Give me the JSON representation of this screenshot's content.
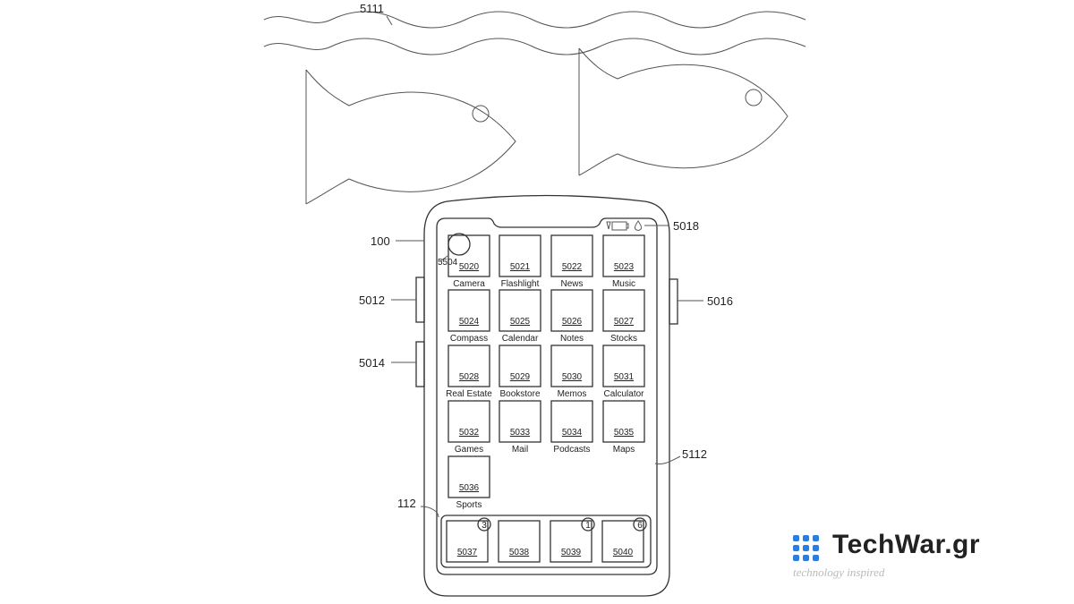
{
  "refs": {
    "water": "5111",
    "device": "100",
    "status": "5018",
    "crown": "5504",
    "button_upper": "5012",
    "button_lower": "5014",
    "button_right": "5016",
    "screen": "5112",
    "dock": "112"
  },
  "apps": [
    {
      "num": "5020",
      "label": "Camera"
    },
    {
      "num": "5021",
      "label": "Flashlight"
    },
    {
      "num": "5022",
      "label": "News"
    },
    {
      "num": "5023",
      "label": "Music"
    },
    {
      "num": "5024",
      "label": "Compass"
    },
    {
      "num": "5025",
      "label": "Calendar"
    },
    {
      "num": "5026",
      "label": "Notes"
    },
    {
      "num": "5027",
      "label": "Stocks"
    },
    {
      "num": "5028",
      "label": "Real Estate"
    },
    {
      "num": "5029",
      "label": "Bookstore"
    },
    {
      "num": "5030",
      "label": "Memos"
    },
    {
      "num": "5031",
      "label": "Calculator"
    },
    {
      "num": "5032",
      "label": "Games"
    },
    {
      "num": "5033",
      "label": "Mail"
    },
    {
      "num": "5034",
      "label": "Podcasts"
    },
    {
      "num": "5035",
      "label": "Maps"
    },
    {
      "num": "5036",
      "label": "Sports"
    }
  ],
  "dock": [
    {
      "num": "5037",
      "badge": "3"
    },
    {
      "num": "5038",
      "badge": ""
    },
    {
      "num": "5039",
      "badge": "1"
    },
    {
      "num": "5040",
      "badge": "6"
    }
  ],
  "logo": {
    "name": "TechWar.gr",
    "tagline": "technology inspired"
  }
}
